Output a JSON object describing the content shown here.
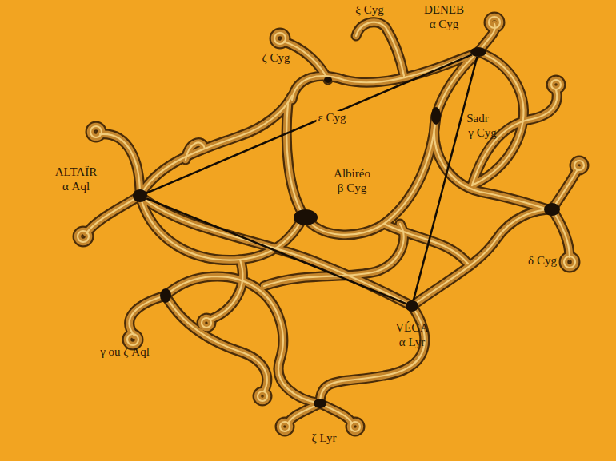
{
  "diagram": {
    "nodes": [
      {
        "text": [
          "DENEB",
          "α Cyg"
        ]
      },
      {
        "text": [
          "ALTAÏR",
          "α Aql"
        ]
      },
      {
        "text": [
          "VÉGA",
          "α Lyr"
        ]
      }
    ],
    "edges": [
      {
        "from": 1,
        "to": 0,
        "arrow": "none"
      },
      {
        "from": 0,
        "to": 2,
        "arrow": "none"
      },
      {
        "from": 2,
        "to": 1,
        "arrow": "none"
      }
    ],
    "labels": [
      "ξ Cyg",
      "ζ Cyg",
      "ε Cyg",
      "Albiréo",
      "β Cyg",
      "Sadr",
      "γ Cyg",
      "δ Cyg",
      "γ ou ζ Aql",
      "ζ Lyr"
    ]
  }
}
